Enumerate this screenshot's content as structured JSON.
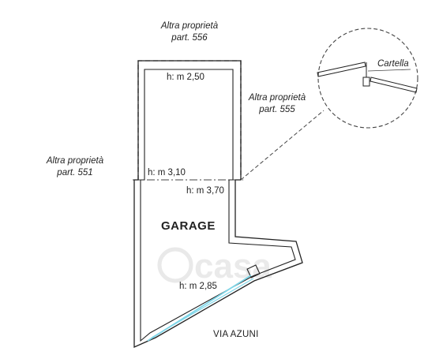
{
  "labels": {
    "north_owner_line1": "Altra proprietà",
    "north_owner_line2": "part. 556",
    "east_owner_line1": "Altra proprietà",
    "east_owner_line2": "part. 555",
    "west_owner_line1": "Altra proprietà",
    "west_owner_line2": "part. 551",
    "height_top": "h: m 2,50",
    "height_mid_left": "h: m 3,10",
    "height_mid_right": "h: m 3,70",
    "height_bottom": "h: m 2,85",
    "room_name": "GARAGE",
    "street_name": "VIA AZUNI",
    "detail_label": "Cartella",
    "watermark": "casa"
  },
  "colors": {
    "wall": "#222222",
    "dashed_boundary": "#444444",
    "street_edge": "#7fd6e8",
    "watermark": "#d9d9d9"
  }
}
